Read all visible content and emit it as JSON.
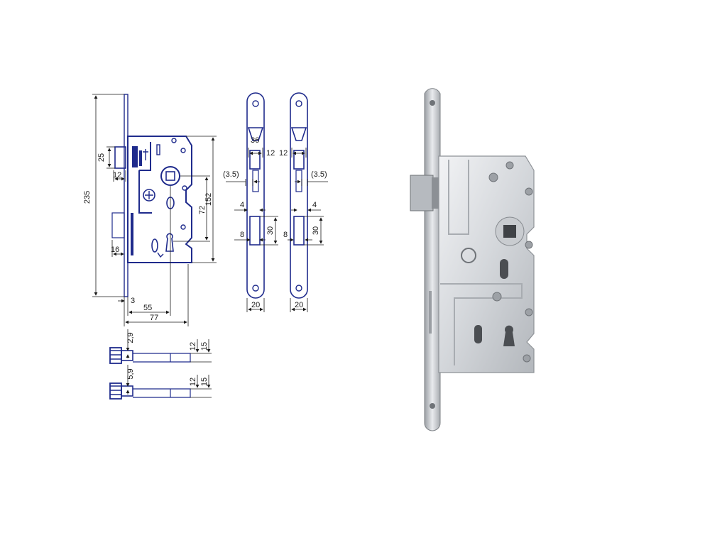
{
  "colors": {
    "drawing": "#1f2b8c",
    "dimension": "#1a1a1a",
    "steel_light": "#dfe1e4",
    "steel_dark": "#8e9297",
    "background": "#ffffff"
  },
  "front_view": {
    "dim_height_total": "235",
    "dim_latch_height": "25",
    "dim_latch_throw": "12",
    "dim_bolt_throw": "16",
    "dim_faceplate": "3",
    "dim_backset": "55",
    "dim_body_depth": "77",
    "dim_body_height": "152",
    "dim_spindle_to_key": "72"
  },
  "side_view_left": {
    "dim_top_width": "36",
    "dim_latch_width": "12",
    "dim_offset": "(3.5)",
    "dim_small": "4",
    "dim_bolt_width": "8",
    "dim_bolt_height": "30",
    "dim_plate_width": "20"
  },
  "side_view_right": {
    "dim_latch_width": "12",
    "dim_offset": "(3.5)",
    "dim_small": "4",
    "dim_bolt_width": "8",
    "dim_bolt_height": "30",
    "dim_plate_width": "20"
  },
  "keys": [
    {
      "dim_step": "2,9",
      "dim_inner": "12",
      "dim_outer": "15"
    },
    {
      "dim_step": "5,9",
      "dim_inner": "12",
      "dim_outer": "15"
    }
  ],
  "photo": {
    "icon": "mortise-lock-photo"
  }
}
